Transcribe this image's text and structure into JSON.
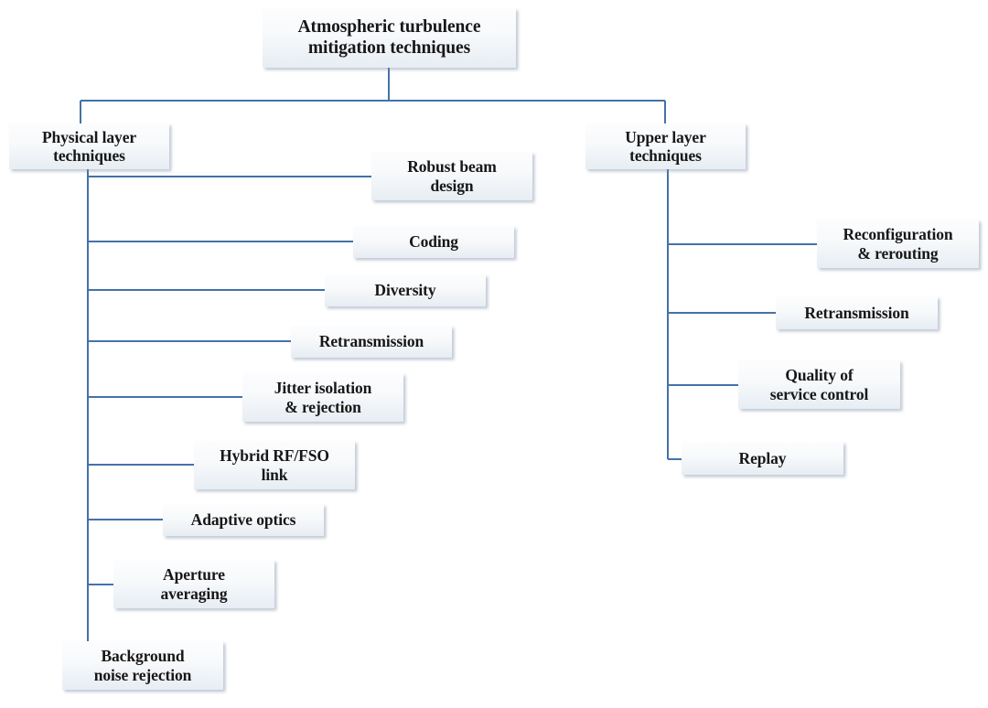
{
  "diagram": {
    "title": "Atmospheric turbulence mitigation techniques",
    "type": "hierarchical-tree",
    "colors": {
      "box_border": "#4472a8",
      "box_fill_top": "#fdfdfe",
      "box_fill_bottom": "#e7edf3",
      "connector": "#4472a8",
      "text": "#171717",
      "background": "#ffffff"
    },
    "root": {
      "label": "Atmospheric turbulence mitigation techniques",
      "line1": "Atmospheric turbulence",
      "line2": "mitigation techniques"
    },
    "branches": [
      {
        "id": "physical-layer",
        "label": "Physical layer techniques",
        "line1": "Physical layer",
        "line2": "techniques",
        "children": [
          {
            "id": "robust-beam-design",
            "label": "Robust beam design",
            "line1": "Robust beam",
            "line2": "design"
          },
          {
            "id": "coding",
            "label": "Coding",
            "line1": "Coding",
            "line2": ""
          },
          {
            "id": "diversity",
            "label": "Diversity",
            "line1": "Diversity",
            "line2": ""
          },
          {
            "id": "retransmission-physical",
            "label": "Retransmission",
            "line1": "Retransmission",
            "line2": ""
          },
          {
            "id": "jitter-isolation-rejection",
            "label": "Jitter isolation & rejection",
            "line1": "Jitter isolation",
            "line2": "& rejection"
          },
          {
            "id": "hybrid-rf-fso-link",
            "label": "Hybrid RF/FSO link",
            "line1": "Hybrid RF/FSO",
            "line2": "link"
          },
          {
            "id": "adaptive-optics",
            "label": "Adaptive optics",
            "line1": "Adaptive optics",
            "line2": ""
          },
          {
            "id": "aperture-averaging",
            "label": "Aperture averaging",
            "line1": "Aperture",
            "line2": "averaging"
          },
          {
            "id": "background-noise-rejection",
            "label": "Background noise rejection",
            "line1": "Background",
            "line2": "noise rejection"
          }
        ]
      },
      {
        "id": "upper-layer",
        "label": "Upper layer techniques",
        "line1": "Upper layer",
        "line2": "techniques",
        "children": [
          {
            "id": "reconfiguration-rerouting",
            "label": "Reconfiguration & rerouting",
            "line1": "Reconfiguration",
            "line2": "& rerouting"
          },
          {
            "id": "retransmission-upper",
            "label": "Retransmission",
            "line1": "Retransmission",
            "line2": ""
          },
          {
            "id": "quality-of-service-control",
            "label": "Quality of service control",
            "line1": "Quality of",
            "line2": "service control"
          },
          {
            "id": "replay",
            "label": "Replay",
            "line1": "Replay",
            "line2": ""
          }
        ]
      }
    ]
  }
}
